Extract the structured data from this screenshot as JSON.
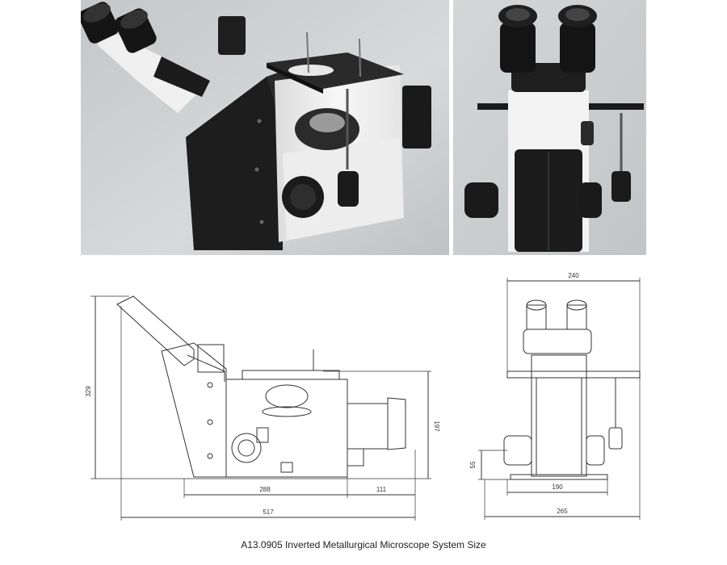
{
  "caption": "A13.0905 Inverted Metallurgical Microscope System Size",
  "dimensions_side_view": {
    "total_height": "329",
    "stage_height": "197",
    "body_length": "288",
    "extension_length": "111",
    "total_length": "517"
  },
  "dimensions_front_view": {
    "top_width": "240",
    "knob_height": "55",
    "base_width": "190",
    "total_width": "265"
  },
  "colors": {
    "body_white": "#f3f3f3",
    "body_black": "#1c1c1c",
    "photo_bg": "#c9cccd",
    "line": "#333333"
  }
}
